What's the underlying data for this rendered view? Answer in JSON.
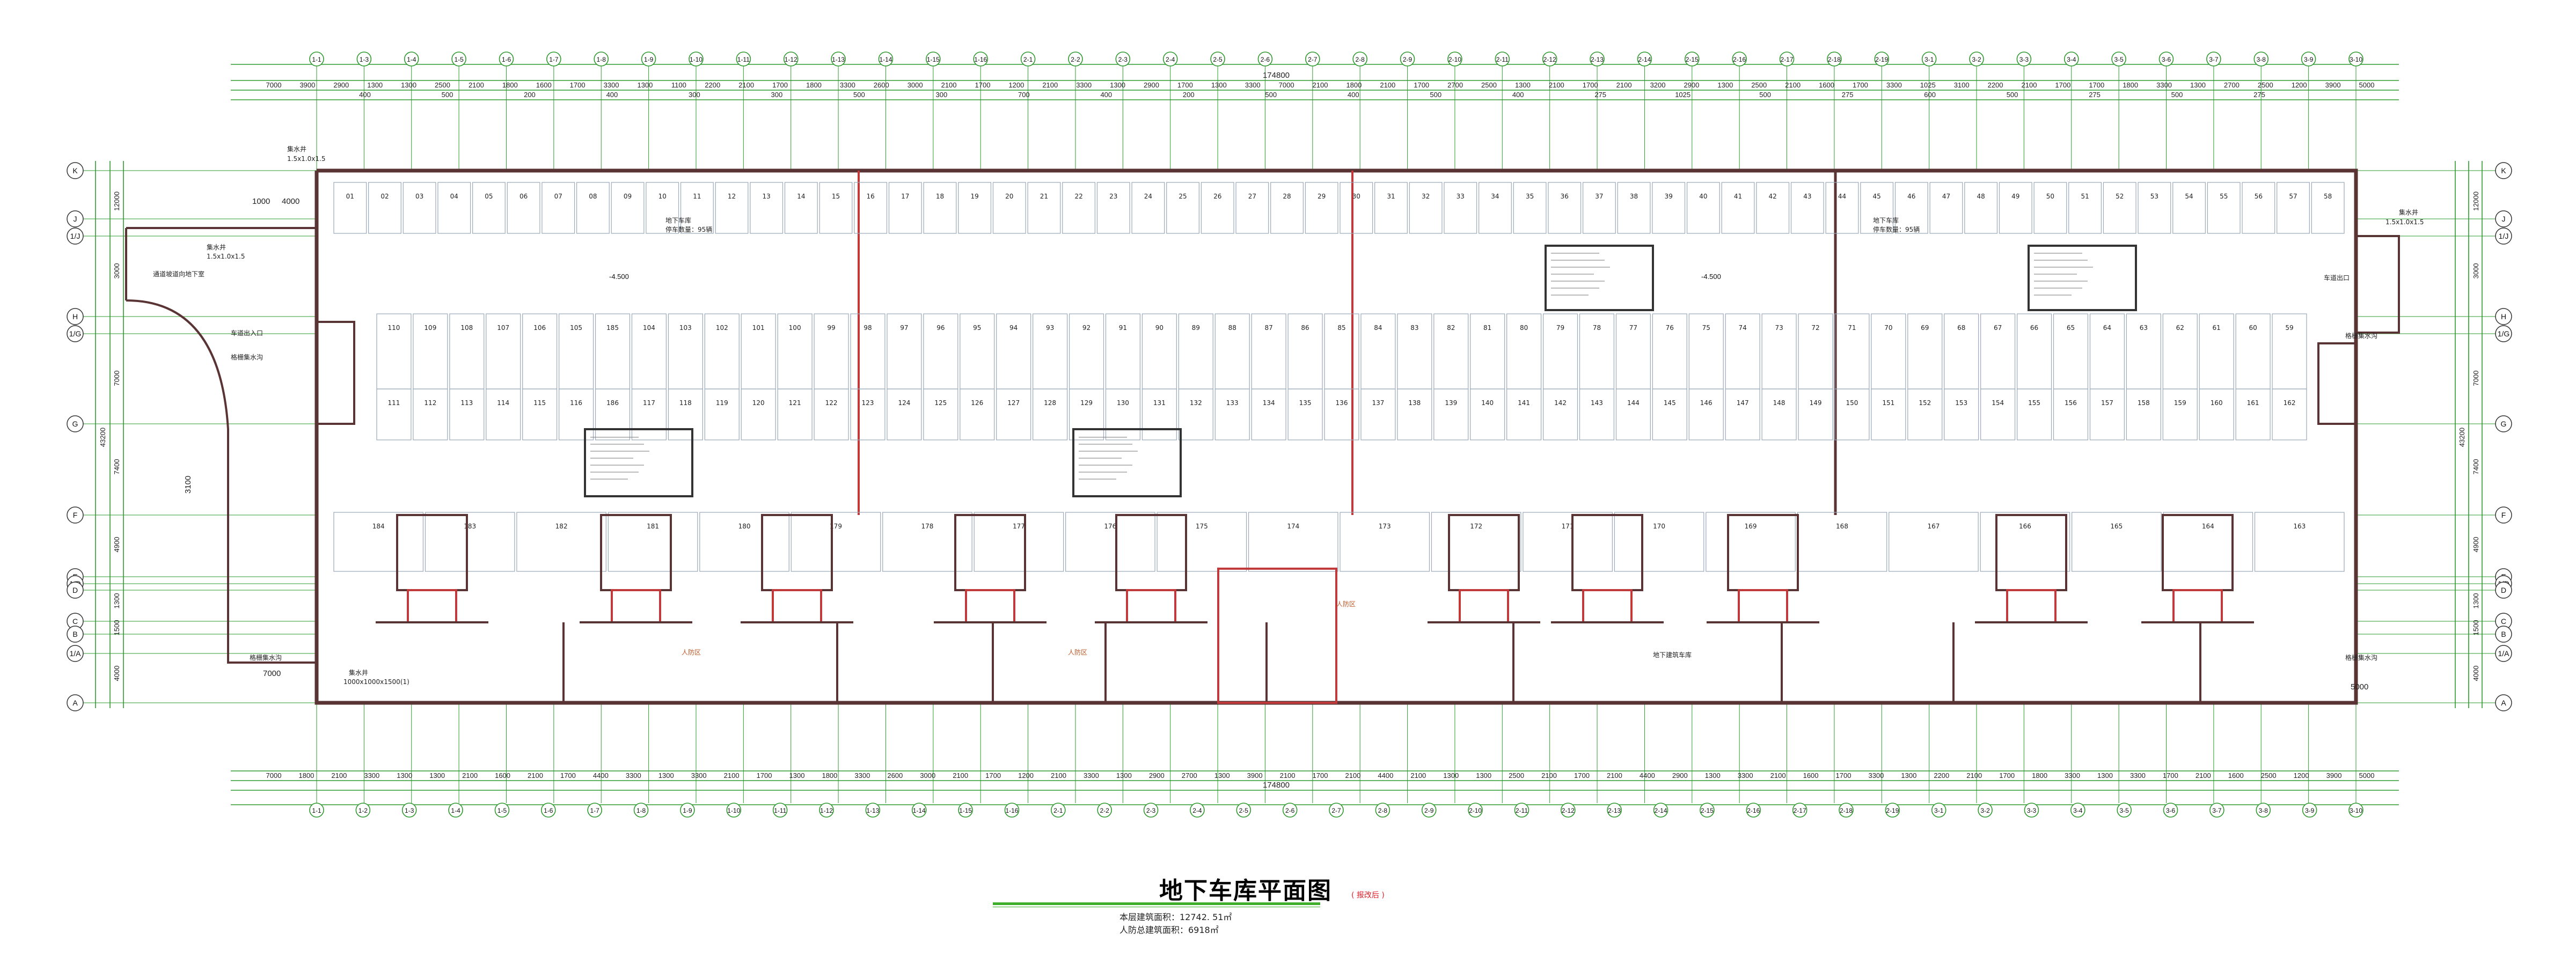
{
  "title": {
    "main": "地下车库平面图",
    "note": "( 报改后 )",
    "area_floor": "本层建筑面积：12742. 51㎡",
    "area_civil_defense": "人防总建筑面积：6918㎡"
  },
  "overall_dimension": "174800",
  "colors": {
    "dimension_line": "#2e9a2e",
    "wall": "#5a3434",
    "wall_red": "#c0393b",
    "title_underline": "#3fae2a",
    "note_red": "#e0202a",
    "stall_line": "#9aa8b8"
  },
  "top_axes": [
    "1-1",
    "1-3",
    "1-4",
    "1-5",
    "1-6",
    "1-7",
    "1-8",
    "1-9",
    "1-10",
    "1-11",
    "1-12",
    "1-13",
    "1-14",
    "1-15",
    "1-16",
    "2-1",
    "2-2",
    "2-3",
    "2-4",
    "2-5",
    "2-6",
    "2-7",
    "2-8",
    "2-9",
    "2-10",
    "2-11",
    "2-12",
    "2-13",
    "2-14",
    "2-15",
    "2-16",
    "2-17",
    "2-18",
    "2-19",
    "3-1",
    "3-2",
    "3-3",
    "3-4",
    "3-5",
    "3-6",
    "3-7",
    "3-8",
    "3-9",
    "3-10"
  ],
  "bottom_axes": [
    "1-1",
    "1-2",
    "1-3",
    "1-4",
    "1-5",
    "1-6",
    "1-7",
    "1-8",
    "1-9",
    "1-10",
    "1-11",
    "1-12",
    "1-13",
    "1-14",
    "1-15",
    "1-16",
    "2-1",
    "2-2",
    "2-3",
    "2-4",
    "2-5",
    "2-6",
    "2-7",
    "2-8",
    "2-9",
    "2-10",
    "2-11",
    "2-12",
    "2-13",
    "2-14",
    "2-15",
    "2-16",
    "2-17",
    "2-18",
    "2-19",
    "3-1",
    "3-2",
    "3-3",
    "3-4",
    "3-5",
    "3-6",
    "3-7",
    "3-8",
    "3-9",
    "3-10"
  ],
  "row_axes": [
    "K",
    "J",
    "1/J",
    "H",
    "1/G",
    "G",
    "F",
    "E",
    "1/D",
    "D",
    "C",
    "B",
    "1/A",
    "A"
  ],
  "top_dims_row1": [
    "7000",
    "3900",
    "2900",
    "1300",
    "1300",
    "2500",
    "2100",
    "1800",
    "1600",
    "1700",
    "3300",
    "1300",
    "1100",
    "2200",
    "2100",
    "1700",
    "1800",
    "3300",
    "2600",
    "3000",
    "2100",
    "1700",
    "1200",
    "2100",
    "3300",
    "1300",
    "2900",
    "1700",
    "1300",
    "3300",
    "7000",
    "2100",
    "1800",
    "2100",
    "1700",
    "2700",
    "2500",
    "1300",
    "2100",
    "1700",
    "2100",
    "3200",
    "2900",
    "1300",
    "2500",
    "2100",
    "1600",
    "1700",
    "3300",
    "1025",
    "3100",
    "2200",
    "2100",
    "1700",
    "1700",
    "1800",
    "3300",
    "1300",
    "2700",
    "2500",
    "1200",
    "3900",
    "5000"
  ],
  "top_dims_row2": [
    "400",
    "500",
    "200",
    "400",
    "300",
    "300",
    "500",
    "300",
    "700",
    "400",
    "200",
    "500",
    "400",
    "500",
    "400",
    "275",
    "1025",
    "500",
    "275",
    "600",
    "500",
    "275",
    "500",
    "275"
  ],
  "bottom_dims": [
    "7000",
    "1800",
    "2100",
    "3300",
    "1300",
    "1300",
    "2100",
    "1600",
    "2100",
    "1700",
    "4400",
    "3300",
    "1300",
    "3300",
    "2100",
    "1700",
    "1300",
    "1800",
    "3300",
    "2600",
    "3000",
    "2100",
    "1700",
    "1200",
    "2100",
    "3300",
    "1300",
    "2900",
    "2700",
    "1300",
    "3900",
    "2100",
    "1700",
    "2100",
    "4400",
    "2100",
    "1300",
    "1300",
    "2500",
    "2100",
    "1700",
    "2100",
    "4400",
    "2900",
    "1300",
    "3300",
    "2100",
    "1600",
    "1700",
    "3300",
    "1300",
    "2200",
    "2100",
    "1700",
    "1800",
    "3300",
    "1300",
    "3300",
    "1700",
    "2100",
    "1600",
    "2500",
    "1200",
    "3900",
    "5000"
  ],
  "right_dims": [
    "12000",
    "3000",
    "7000",
    "7400",
    "4900",
    "1300",
    "1500",
    "4000",
    "43200"
  ],
  "left_dims": [
    "12000",
    "3000",
    "7000",
    "7400",
    "4900",
    "1300",
    "1500",
    "4000",
    "43200"
  ],
  "small_dims": {
    "d1000": "1000",
    "d4000": "4000",
    "d7000": "7000",
    "d5000": "5000",
    "d3100": "3100"
  },
  "stalls": {
    "row_top": [
      "01",
      "02",
      "03",
      "04",
      "05",
      "06",
      "07",
      "08",
      "09",
      "10",
      "11",
      "12",
      "13",
      "14",
      "15",
      "16",
      "17",
      "18",
      "19",
      "20",
      "21",
      "22",
      "23",
      "24",
      "25",
      "26",
      "27",
      "28",
      "29",
      "30",
      "31",
      "32",
      "33",
      "34",
      "35",
      "36",
      "37",
      "38",
      "39",
      "40",
      "41",
      "42",
      "43",
      "44",
      "45",
      "46",
      "47",
      "48",
      "49",
      "50",
      "51",
      "52",
      "53",
      "54",
      "55",
      "56",
      "57",
      "58"
    ],
    "row_upper_mid": [
      "110",
      "109",
      "108",
      "107",
      "106",
      "105",
      "185",
      "104",
      "103",
      "102",
      "101",
      "100",
      "99",
      "98",
      "97",
      "96",
      "95",
      "94",
      "93",
      "92",
      "91",
      "90",
      "89",
      "88",
      "87",
      "86",
      "85",
      "84",
      "83",
      "82",
      "81",
      "80",
      "79",
      "78",
      "77",
      "76",
      "75",
      "74",
      "73",
      "72",
      "71",
      "70",
      "69",
      "68",
      "67",
      "66",
      "65",
      "64",
      "63",
      "62",
      "61",
      "60",
      "59"
    ],
    "row_lower_mid": [
      "111",
      "112",
      "113",
      "114",
      "115",
      "116",
      "186",
      "117",
      "118",
      "119",
      "120",
      "121",
      "122",
      "123",
      "124",
      "125",
      "126",
      "127",
      "128",
      "129",
      "130",
      "131",
      "132",
      "133",
      "134",
      "135",
      "136",
      "137",
      "138",
      "139",
      "140",
      "141",
      "142",
      "143",
      "144",
      "145",
      "146",
      "147",
      "148",
      "149",
      "150",
      "151",
      "152",
      "153",
      "154",
      "155",
      "156",
      "157",
      "158",
      "159",
      "160",
      "161",
      "162"
    ],
    "row_bottom": [
      "184",
      "183",
      "182",
      "181",
      "180",
      "179",
      "178",
      "177",
      "176",
      "175",
      "174",
      "173",
      "172",
      "171",
      "170",
      "169",
      "168",
      "167",
      "166",
      "165",
      "164",
      "163"
    ]
  },
  "annotations": {
    "sump_top_left": "集水井",
    "sump_top_left_size": "1.5x1.0x1.5",
    "sump_left": "集水井",
    "sump_left_size": "1.5x1.0x1.5",
    "sump_right": "集水井",
    "sump_right_size": "1.5x1.0x1.5",
    "ramp_entrance": "车道出入口",
    "ramp_label": "车道出口",
    "drain_left": "格栅集水沟",
    "drain_left_bottom": "格栅集水沟",
    "drain_right": "格栅集水沟",
    "drain_right_bottom": "格栅集水沟",
    "garage_note_1": "地下车库",
    "garage_note_1b": "停车数量：95辆",
    "garage_note_2": "地下车库",
    "garage_note_2b": "停车数量：95辆",
    "elev_1": "-4.500",
    "elev_2": "-4.500",
    "bottom_sump": "集水井",
    "bottom_sump_size": "1000x1000x1500(1)",
    "civil_defense_left": "人防区",
    "civil_defense_mid": "人防区",
    "civil_defense_right": "人防区",
    "garage_bottom": "地下建筑车库",
    "ramp_down_left": "通道坡道向地下室"
  }
}
